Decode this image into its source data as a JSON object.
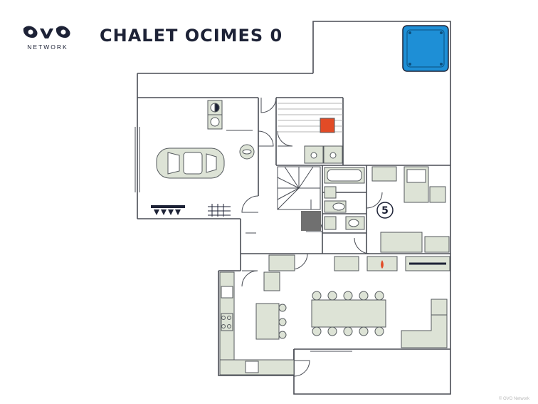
{
  "brand": {
    "name": "NETWORK"
  },
  "title": "CHALET OCIMES 0",
  "room_label": "5",
  "copyright": "© OVO Network",
  "colors": {
    "wall": "#4a4d55",
    "furniture": "#dde3d6",
    "furniture_stroke": "#555a5e",
    "navy": "#1d2236",
    "jacuzzi": "#1e8fd6",
    "fireplace": "#e24b26",
    "stair_block": "#707070"
  }
}
